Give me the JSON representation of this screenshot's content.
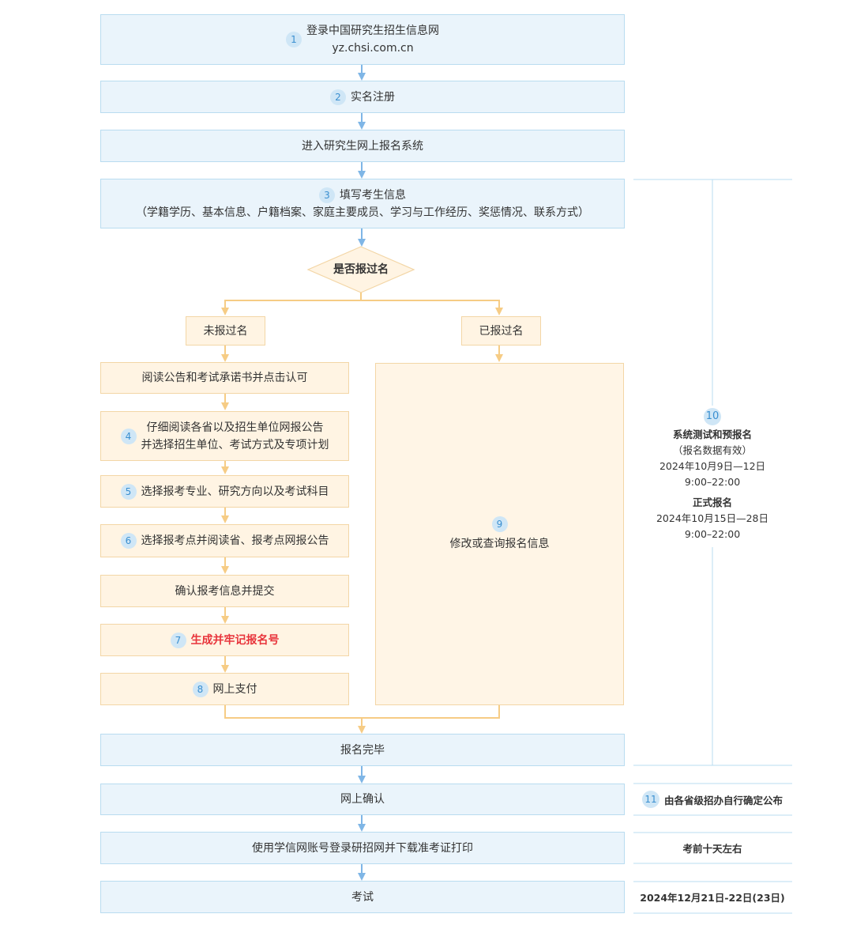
{
  "steps": {
    "s1": {
      "num": "1",
      "line1": "登录中国研究生招生信息网",
      "line2": "yz.chsi.com.cn"
    },
    "s2": {
      "num": "2",
      "label": "实名注册"
    },
    "s_enter": {
      "label": "进入研究生网上报名系统"
    },
    "s3": {
      "num": "3",
      "line1": "填写考生信息",
      "line2": "（学籍学历、基本信息、户籍档案、家庭主要成员、学习与工作经历、奖惩情况、联系方式）"
    },
    "decision": {
      "label": "是否报过名"
    },
    "not_registered": {
      "label": "未报过名"
    },
    "registered": {
      "label": "已报过名"
    },
    "read_notice": {
      "label": "阅读公告和考试承诺书并点击认可"
    },
    "s4": {
      "num": "4",
      "line1": "仔细阅读各省以及招生单位网报公告",
      "line2": "并选择招生单位、考试方式及专项计划"
    },
    "s5": {
      "num": "5",
      "label": "选择报考专业、研究方向以及考试科目"
    },
    "s6": {
      "num": "6",
      "label": "选择报考点并阅读省、报考点网报公告"
    },
    "confirm_submit": {
      "label": "确认报考信息并提交"
    },
    "s7": {
      "num": "7",
      "label": "生成并牢记报名号"
    },
    "s8": {
      "num": "8",
      "label": "网上支付"
    },
    "s9": {
      "num": "9",
      "label": "修改或查询报名信息"
    },
    "complete": {
      "label": "报名完毕"
    },
    "online_confirm": {
      "label": "网上确认"
    },
    "print_admission": {
      "label": "使用学信网账号登录研招网并下载准考证打印"
    },
    "exam": {
      "label": "考试"
    }
  },
  "side": {
    "s10": {
      "num": "10",
      "title": "系统测试和预报名",
      "note": "（报名数据有效）",
      "date1": "2024年10月9日—12日",
      "time1": "9:00–22:00",
      "title2": "正式报名",
      "date2": "2024年10月15日—28日",
      "time2": "9:00–22:00"
    },
    "s11": {
      "num": "11",
      "label": "由各省级招办自行确定公布"
    },
    "before_exam": {
      "label": "考前十天左右"
    },
    "exam_date": {
      "label": "2024年12月21日-22日(23日)"
    }
  },
  "colors": {
    "blue_fill": "#eaf4fb",
    "blue_border": "#b9dcf0",
    "blue_arrow": "#7fb6e6",
    "orange_fill": "#fff4e3",
    "orange_border": "#f3d6a6",
    "orange_arrow": "#f6cc85",
    "highlight_red": "#e8343b"
  }
}
